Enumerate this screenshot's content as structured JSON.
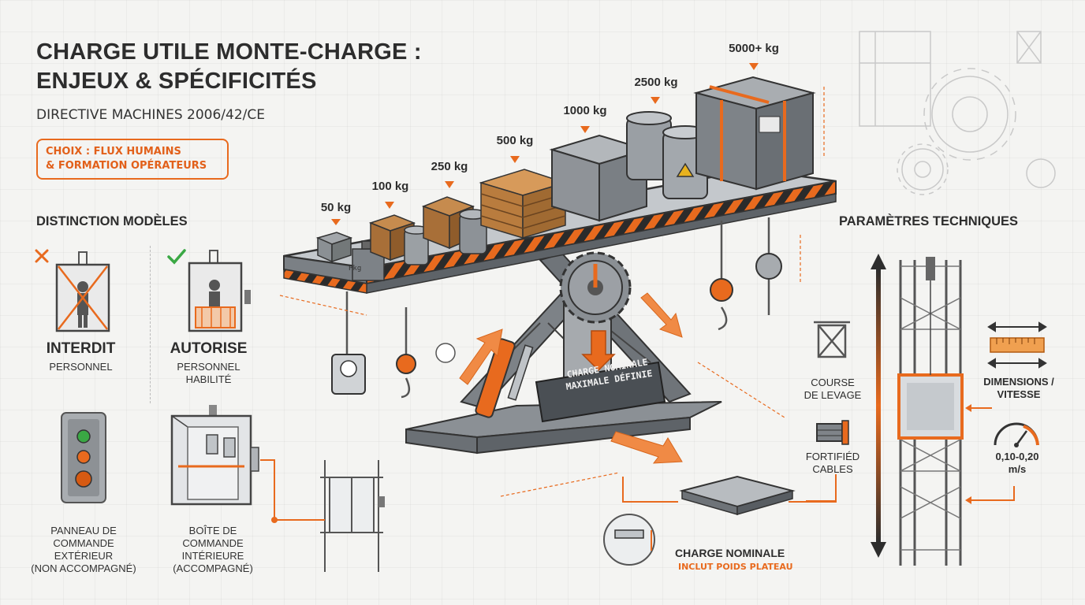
{
  "title": {
    "line1": "CHARGE UTILE MONTE-CHARGE :",
    "line2": "ENJEUX & SPÉCIFICITÉS"
  },
  "subtitle": "DIRECTIVE MACHINES 2006/42/CE",
  "badge": {
    "line1": "CHOIX : FLUX HUMAINS",
    "line2": "& FORMATION OPÉRATEURS"
  },
  "distinction": {
    "heading": "DISTINCTION MODÈLES",
    "forbidden": {
      "title": "INTERDIT",
      "subtitle": "PERSONNEL"
    },
    "allowed": {
      "title": "AUTORISE",
      "subtitle_line1": "PERSONNEL",
      "subtitle_line2": "HABILITÉ"
    },
    "exterior_panel": {
      "line1": "PANNEAU DE",
      "line2": "COMMANDE",
      "line3": "EXTÉRIEUR",
      "line4": "(NON ACCOMPAGNÉ)"
    },
    "interior_box": {
      "line1": "BOÎTE DE",
      "line2": "COMMANDE",
      "line3": "INTÉRIEURE",
      "line4": "(ACCOMPAGNÉ)"
    }
  },
  "loads": [
    {
      "label": "50 kg"
    },
    {
      "label": "100 kg"
    },
    {
      "label": "250 kg"
    },
    {
      "label": "500 kg"
    },
    {
      "label": "1000 kg"
    },
    {
      "label": "2500 kg"
    },
    {
      "label": "5000+ kg"
    }
  ],
  "center_plate": {
    "line1": "CHARGE NOMINALE",
    "line2": "MAXIMALE DÉFINIE"
  },
  "small_box_text": "Pkg",
  "nominal": {
    "title": "CHARGE NOMINALE",
    "note": "INCLUT POIDS PLATEAU"
  },
  "technical": {
    "heading": "PARAMÈTRES TECHNIQUES",
    "course": {
      "line1": "COURSE",
      "line2": "DE LEVAGE"
    },
    "cables": {
      "line1": "FORTIFIÉD",
      "line2": "CABLES"
    },
    "dimensions": {
      "line1": "DIMENSIONS /",
      "line2": "VITESSE"
    },
    "speed": {
      "line1": "0,10-0,20",
      "line2": "m/s"
    }
  },
  "colors": {
    "accent": "#e86a1e",
    "steel": "#7f8489",
    "dark": "#2d2d2d",
    "check": "#3aa844"
  }
}
